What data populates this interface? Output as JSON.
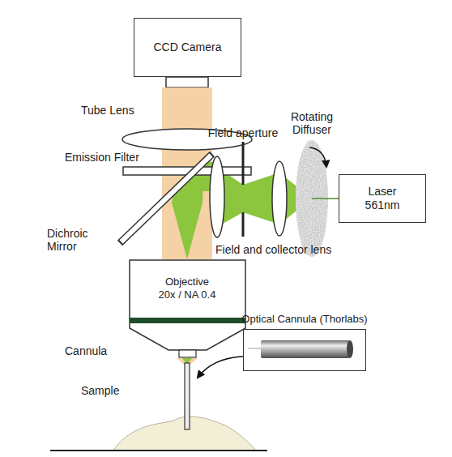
{
  "diagram": {
    "nodes": [
      {
        "text": [
          "CCD Camera"
        ]
      },
      {
        "text": [
          "Laser 561nm"
        ]
      },
      {
        "text": [
          "Objective 20x / NA 0.4"
        ]
      },
      {
        "text": [
          "Optical Cannula (Thorlabs)"
        ]
      }
    ],
    "labels": [
      "Tube Lens",
      "Emission Filter",
      "Field aperture",
      "Rotating Diffuser",
      "Dichroic Mirror",
      "Field and collector lens",
      "Cannula",
      "Sample"
    ]
  }
}
